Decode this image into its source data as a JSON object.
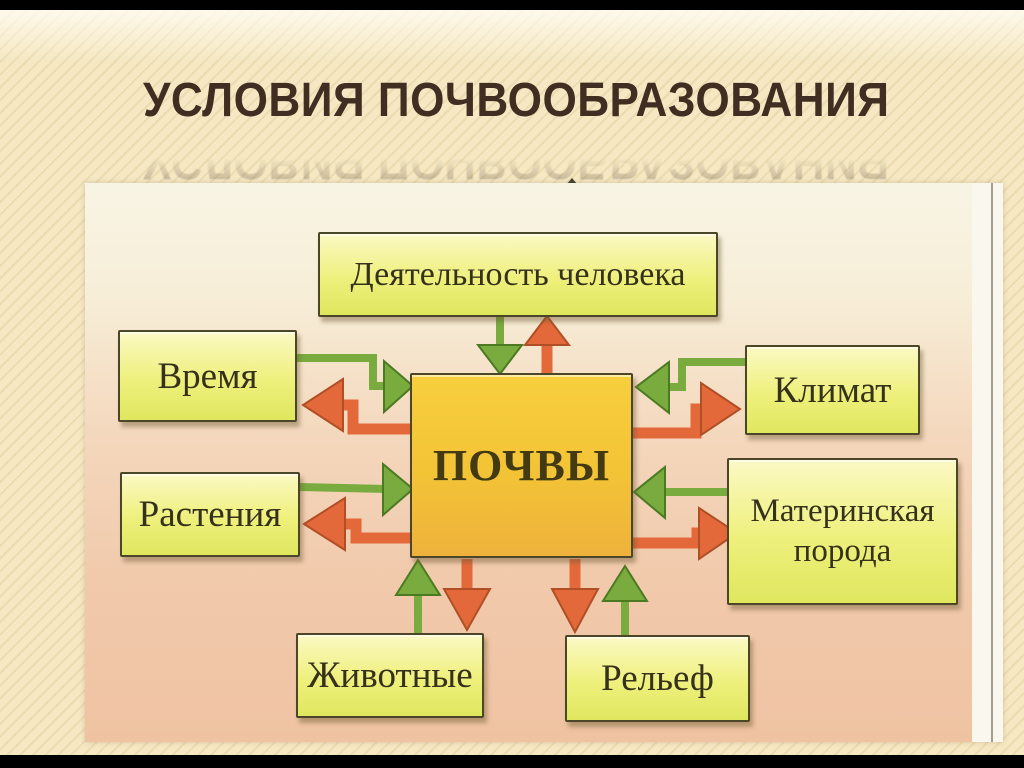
{
  "slide": {
    "title": "УСЛОВИЯ ПОЧВООБРАЗОВАНИЯ"
  },
  "diagram": {
    "center": {
      "id": "soils",
      "label": "ПОЧВЫ"
    },
    "nodes": [
      {
        "id": "human-activity",
        "label": "Деятельность человека"
      },
      {
        "id": "time",
        "label": "Время"
      },
      {
        "id": "climate",
        "label": "Климат"
      },
      {
        "id": "plants",
        "label": "Растения"
      },
      {
        "id": "parent-rock",
        "label": "Материнская порода"
      },
      {
        "id": "animals",
        "label": "Животные"
      },
      {
        "id": "relief",
        "label": "Рельеф"
      }
    ],
    "edges": [
      {
        "from": "human-activity",
        "to": "soils",
        "color": "green"
      },
      {
        "from": "soils",
        "to": "human-activity",
        "color": "orange"
      },
      {
        "from": "time",
        "to": "soils",
        "color": "green"
      },
      {
        "from": "soils",
        "to": "time",
        "color": "orange"
      },
      {
        "from": "climate",
        "to": "soils",
        "color": "green"
      },
      {
        "from": "soils",
        "to": "climate",
        "color": "orange"
      },
      {
        "from": "plants",
        "to": "soils",
        "color": "green"
      },
      {
        "from": "soils",
        "to": "plants",
        "color": "orange"
      },
      {
        "from": "parent-rock",
        "to": "soils",
        "color": "green"
      },
      {
        "from": "soils",
        "to": "parent-rock",
        "color": "orange"
      },
      {
        "from": "animals",
        "to": "soils",
        "color": "green"
      },
      {
        "from": "soils",
        "to": "animals",
        "color": "orange"
      },
      {
        "from": "relief",
        "to": "soils",
        "color": "green"
      },
      {
        "from": "soils",
        "to": "relief",
        "color": "orange"
      }
    ],
    "palette": {
      "arrow_green": "#79ab3f",
      "arrow_orange": "#e4693a",
      "node_fill_top": "#fbf9c4",
      "node_fill_bottom": "#dfe75e",
      "center_fill_top": "#f7cf3d",
      "center_fill_bottom": "#eeb23c",
      "node_border": "#4b4627",
      "node_text": "#36311b",
      "photo_bg_top": "#f8f3e3",
      "photo_bg_bottom": "#efc3a2",
      "slide_bg": "#f5e8c2",
      "title_color": "#3f2e21"
    }
  }
}
